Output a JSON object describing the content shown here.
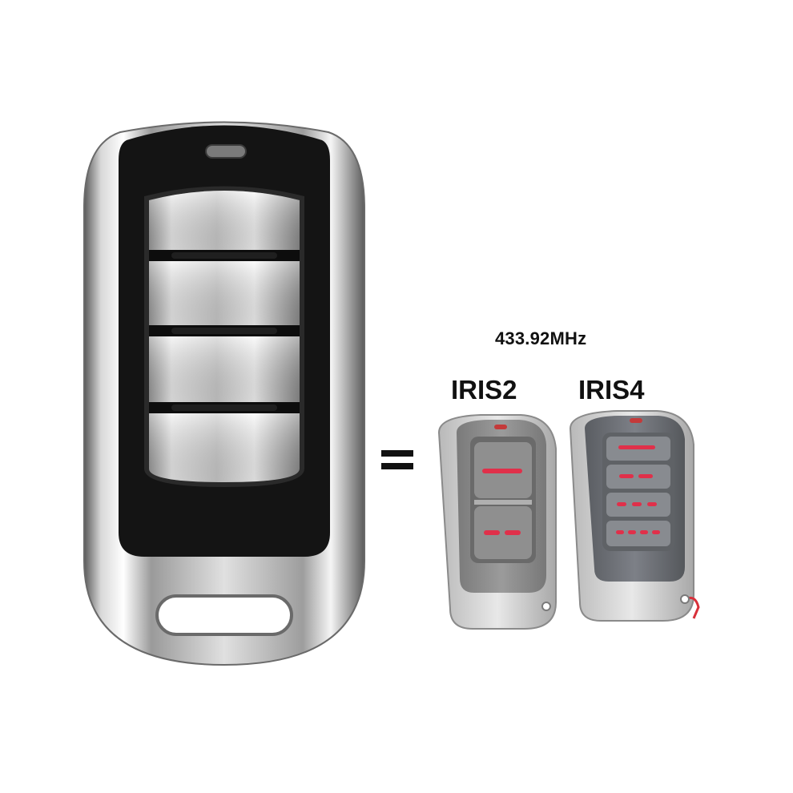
{
  "frequency_label": "433.92MHz",
  "models": [
    {
      "name": "IRIS2",
      "buttons": 2
    },
    {
      "name": "IRIS4",
      "buttons": 4
    }
  ],
  "main_remote": {
    "buttons": 4
  },
  "colors": {
    "background": "#ffffff",
    "chrome": "#c9c9c9",
    "black_body": "#141414",
    "grey_body": "#8a8a8a",
    "accent_red": "#e0304a"
  },
  "icons": [
    "equals-sign-icon",
    "led-indicator-icon",
    "key-ring-hole-icon"
  ]
}
